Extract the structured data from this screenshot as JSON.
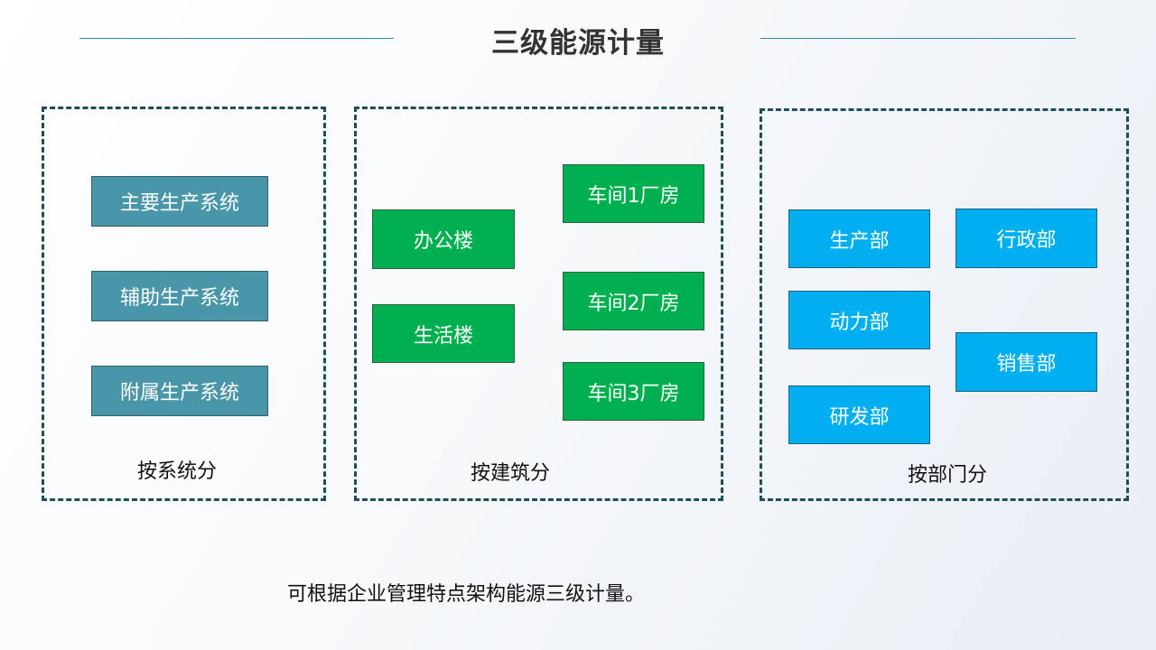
{
  "title": "三级能源计量",
  "groups": {
    "system": {
      "label": "按系统分",
      "nodes": [
        "主要生产系统",
        "辅助生产系统",
        "附属生产系统"
      ]
    },
    "building": {
      "label": "按建筑分",
      "nodes": [
        "办公楼",
        "生活楼",
        "车间1厂房",
        "车间2厂房",
        "车间3厂房"
      ]
    },
    "department": {
      "label": "按部门分",
      "nodes": [
        "生产部",
        "动力部",
        "研发部",
        "行政部",
        "销售部"
      ]
    }
  },
  "footer": "可根据企业管理特点架构能源三级计量。",
  "colors": {
    "system_node": "#4a96a9",
    "building_node": "#00b050",
    "department_node": "#00aff0",
    "dashed_border": "#1f4e58"
  }
}
